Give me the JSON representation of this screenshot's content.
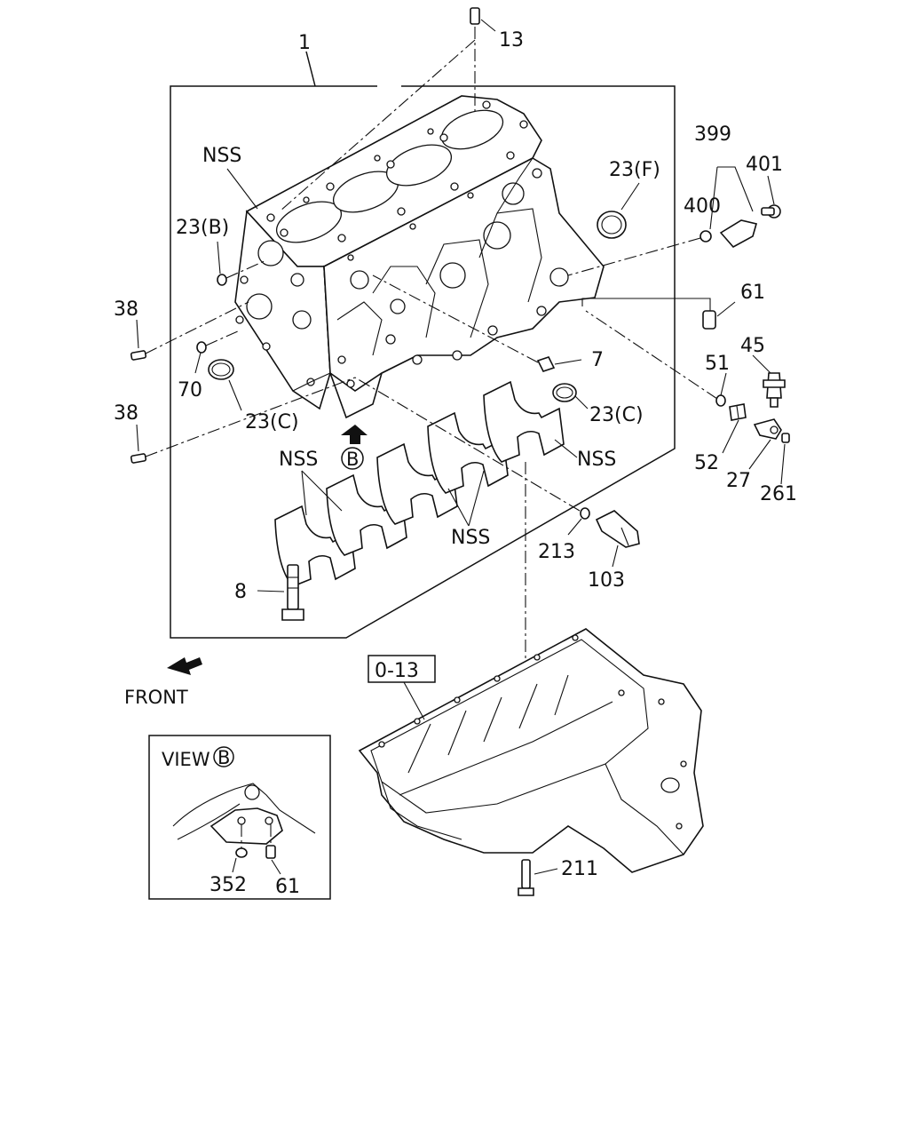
{
  "callouts": {
    "c1": "1",
    "c13": "13",
    "c399": "399",
    "c401": "401",
    "c400": "400",
    "nss_top": "NSS",
    "c23f": "23(F)",
    "c23b": "23(B)",
    "c61a": "61",
    "c38a": "38",
    "c38b": "38",
    "c45": "45",
    "c51": "51",
    "c7": "7",
    "c70": "70",
    "c23c_left": "23(C)",
    "c23c_right": "23(C)",
    "nss_left": "NSS",
    "nss_right": "NSS",
    "nss_bottom": "NSS",
    "c52": "52",
    "c27": "27",
    "c261": "261",
    "c213": "213",
    "c103": "103",
    "c8": "8",
    "c211": "211"
  },
  "view_marker": "B",
  "front_label": "FRONT",
  "oil_pan_ref": "0-13",
  "inset": {
    "title": "VIEW",
    "marker": "B",
    "c352": "352",
    "c61b": "61"
  }
}
